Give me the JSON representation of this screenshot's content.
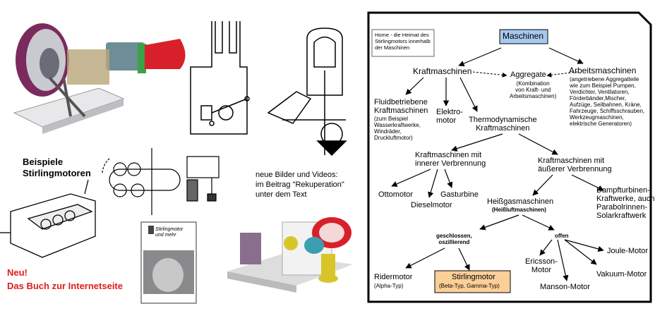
{
  "left": {
    "examples_title": "Beispiele\nStirlingmotoren",
    "news_line1": "Neu!",
    "news_line2": "Das Buch zur Internetseite",
    "book_title": "Stirlingmotor\nund mehr",
    "rekup_note": "neue Bilder und Videos:\nim Beitrag \"Rekuperation\"\nunter dem Text"
  },
  "diagram": {
    "home_note": "Home - die Heimat des\nStirlingmotors innerhalb\nder Maschinen",
    "root": "Maschinen",
    "kraftmaschinen": "Kraftmaschinen",
    "aggregate": "Aggregate",
    "aggregate_sub": "(Kombination\nvon Kraft- und\nArbeitsmaschinen)",
    "arbeitsmaschinen": "Arbeitsmaschinen",
    "arbeitsmaschinen_sub": "(angetriebene Aggregatteile\nwie zum Beispiel Pumpen,\nVerdichter, Ventilatoren,\nFörderbänder,Mischer,\nAufzüge, Seilbahnen, Kräne,\nFahrzeuge, Schiffsschrauben,\nWerkzeugmaschinen,\nelektrische Generatoren)",
    "fluid": "Fluidbetriebene\nKraftmaschinen",
    "fluid_sub": "(zum Beispiel\nWasserkraftwerke,\nWindräder,\nDruckluftmotor)",
    "elektro": "Elektro-\nmotor",
    "thermo": "Thermodynamische\nKraftmaschinen",
    "innere": "Kraftmaschinen mit\ninnerer Verbrennung",
    "aeussere": "Kraftmaschinen mit\näußerer Verbrennung",
    "otto": "Ottomotor",
    "diesel": "Dieselmotor",
    "gasturbine": "Gasturbine",
    "heissgas": "Heißgasmaschinen",
    "heissgas_sub": "(Heißluftmaschinen)",
    "dampf": "Dampfturbinen-\nKraftwerke, auch\nParabolrinnen-\nSolarkraftwerk",
    "geschlossen": "geschlossen,\noszillierend",
    "offen": "offen",
    "rider": "Ridermotor",
    "rider_sub": "(Alpha-Typ)",
    "stirling": "Stirlingmotor",
    "stirling_sub": "(Beta-Typ,  Gamma-Typ)",
    "ericsson": "Ericsson-\nMotor",
    "manson": "Manson-Motor",
    "joule": "Joule-Motor",
    "vakuum": "Vakuum-Motor"
  },
  "colors": {
    "root_fill": "#a6c8ee",
    "stirling_fill": "#fbcf98",
    "news_red": "#e01b1b",
    "engine_red": "#d8202a",
    "engine_green": "#3aa34a"
  }
}
